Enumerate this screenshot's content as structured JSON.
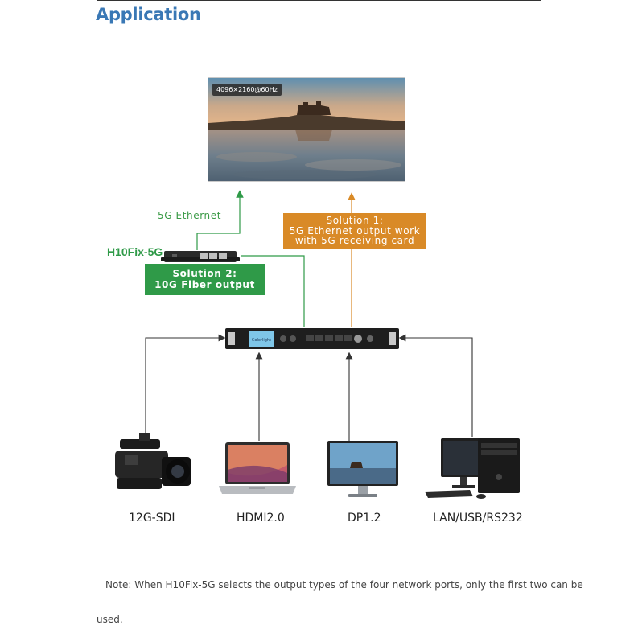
{
  "page": {
    "heading": "Application",
    "note_line1": "Note: When H10Fix-5G selects the output types of the four network ports, only the first two can be",
    "note_line2": "used."
  },
  "diagram": {
    "screen_resolution": "4096×2160@60Hz",
    "ethernet_label": "5G Ethernet",
    "solution1": {
      "line1": "Solution 1:",
      "line2": "5G Ethernet output work",
      "line3": "with 5G receiving card"
    },
    "solution2": {
      "line1": "Solution 2:",
      "line2": "10G Fiber output"
    },
    "receiver_label": "H10Fix-5G",
    "controller_screen_text": "Colorlight",
    "inputs": [
      {
        "label": "12G-SDI",
        "icon": "camcorder-icon"
      },
      {
        "label": "HDMI2.0",
        "icon": "laptop-icon"
      },
      {
        "label": "DP1.2",
        "icon": "monitor-icon"
      },
      {
        "label": "LAN/USB/RS232",
        "icon": "desktop-pc-icon"
      }
    ],
    "colors": {
      "green": "#2f9a48",
      "orange": "#d98a27",
      "line_dark": "#333333",
      "heading_blue": "#3a78b5"
    }
  }
}
